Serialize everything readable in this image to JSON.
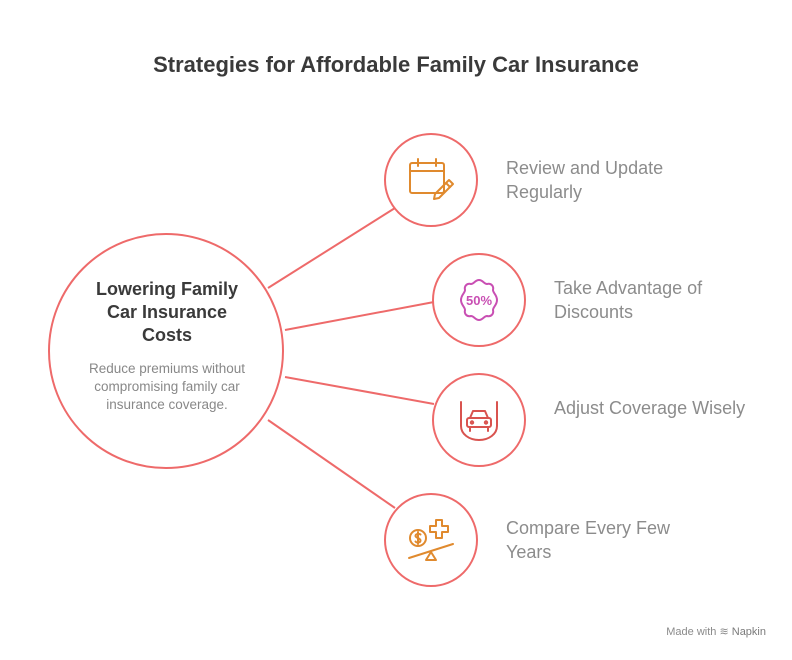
{
  "title": "Strategies for Affordable Family Car Insurance",
  "hub": {
    "title": "Lowering Family Car Insurance Costs",
    "description": "Reduce premiums without compromising family car insurance coverage."
  },
  "strategies": [
    {
      "label": "Review and Update Regularly",
      "icon": "calendar-pencil-icon",
      "color": "#e08a2e"
    },
    {
      "label": "Take Advantage of Discounts",
      "icon": "discount-50-percent-icon",
      "color": "#c94fb3"
    },
    {
      "label": "Adjust Coverage Wisely",
      "icon": "car-shield-icon",
      "color": "#d9534f"
    },
    {
      "label": "Compare Every Few Years",
      "icon": "balance-dollar-plus-icon",
      "color": "#e08a2e"
    }
  ],
  "colors": {
    "outline": "#ee6a6a",
    "title_text": "#3a3a3a",
    "label_text": "#8c8c8c"
  },
  "footer": {
    "prefix": "Made with",
    "brand": "Napkin"
  }
}
